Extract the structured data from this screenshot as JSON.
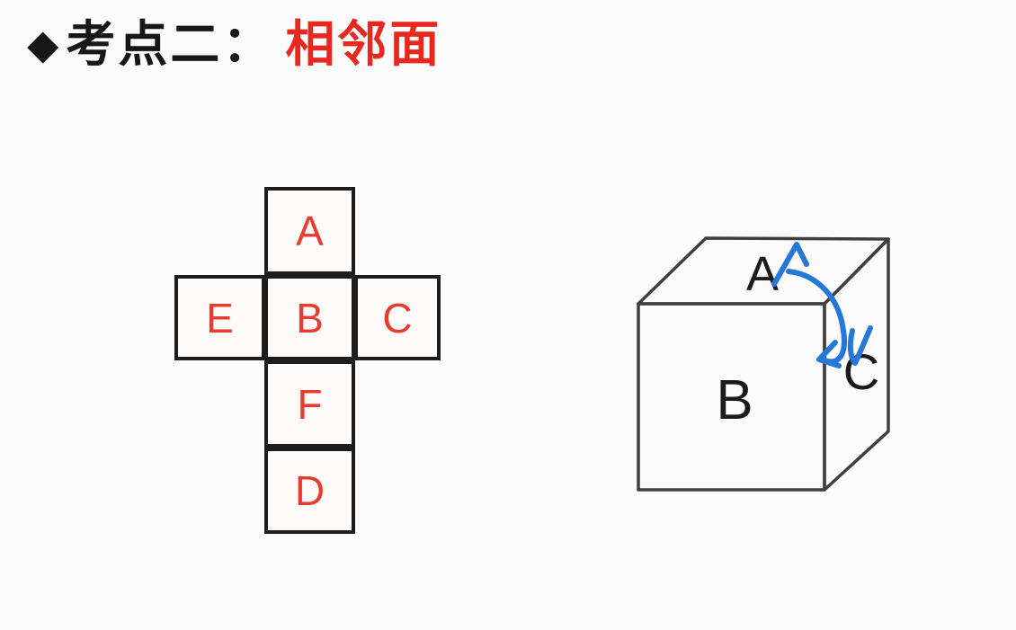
{
  "title": {
    "bullet": "◆",
    "prefix": "考点二：",
    "highlight": "相邻面"
  },
  "net": {
    "shape": "cross",
    "cells": [
      {
        "label": "A",
        "position": "top"
      },
      {
        "label": "E",
        "position": "middle-left"
      },
      {
        "label": "B",
        "position": "middle-center"
      },
      {
        "label": "C",
        "position": "middle-right"
      },
      {
        "label": "F",
        "position": "below-center"
      },
      {
        "label": "D",
        "position": "bottom-center"
      }
    ]
  },
  "cube": {
    "top_label": "A",
    "front_label": "B",
    "right_label": "C",
    "annotation": {
      "type": "hand-drawn-double-arrow",
      "from": "A",
      "to": "C",
      "color": "#2578d8"
    }
  },
  "colors": {
    "title_text": "#171717",
    "title_highlight": "#e8281e",
    "net_letters": "#e73c2e",
    "net_lines": "#1d1d1d",
    "cube_lines": "#3f3f3f",
    "arrow_blue": "#2578d8",
    "background": "#fbfbfc"
  }
}
